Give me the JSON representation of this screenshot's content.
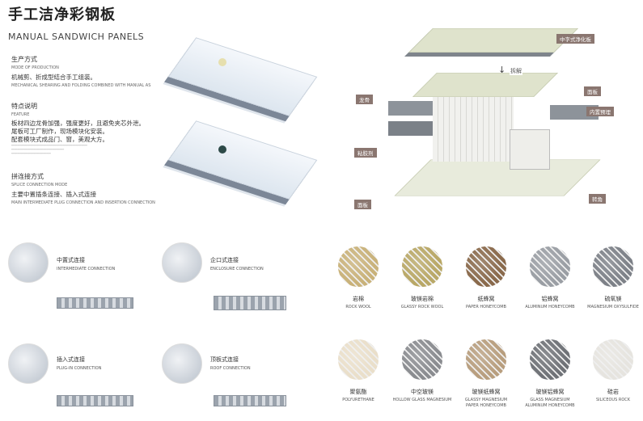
{
  "header": {
    "title": "手工洁净彩钢板",
    "subtitle": "MANUAL SANDWICH PANELS"
  },
  "sections": [
    {
      "cn": "生产方式",
      "en": "MODE OF PRODUCTION",
      "body": "机械剪、折成型结合手工组装。",
      "body_en": "MECHANICAL SHEARING AND FOLDING COMBINED WITH MANUAL AS"
    },
    {
      "cn": "特点说明",
      "en": "FEATURE",
      "body": "板材四边龙骨加强，强度更好，且避免夹芯外泄。\n尾板可工厂制作，现场模块化安装。\n配套模块式成品门、窗，美观大方。"
    },
    {
      "cn": "拼连接方式",
      "en": "SPLICE CONNECTION MODE",
      "body": "主要中置插条连接、插入式连接",
      "body_en": "MAIN INTERMEDIATE PLUG CONNECTION AND INSERTION CONNECTION"
    }
  ],
  "diagram": {
    "top_label": "中字式净化板",
    "arrow_label": "拆解",
    "labels": {
      "panel_top": "面板",
      "keel": "龙骨",
      "embedded": "内置预埋",
      "adhesive": "粘胶剂",
      "panel_bottom": "面板",
      "corner": "转角"
    }
  },
  "connections": [
    {
      "cn": "中置式连接",
      "en": "INTERMEDIATE CONNECTION"
    },
    {
      "cn": "企口式连接",
      "en": "ENCLOSURE CONNECTION"
    },
    {
      "cn": "插入式连接",
      "en": "PLUG-IN CONNECTION"
    },
    {
      "cn": "顶板式连接",
      "en": "ROOF CONNECTION"
    }
  ],
  "materials": [
    {
      "cn": "岩棉",
      "en": "ROCK WOOL",
      "color": "#c9b27a"
    },
    {
      "cn": "玻镁岩棉",
      "en": "GLASSY ROCK WOOL",
      "color": "#b9a867"
    },
    {
      "cn": "纸蜂窝",
      "en": "PAPER HONEYCOMB",
      "color": "#8a6a4c"
    },
    {
      "cn": "铝蜂窝",
      "en": "ALUMINUM HONEYCOMB",
      "color": "#9a9ea4"
    },
    {
      "cn": "硫氧镁",
      "en": "MAGNESIUM OXYSULFIDE",
      "color": "#7d8188"
    },
    {
      "cn": "聚氨酯",
      "en": "POLYURETHANE",
      "color": "#eadfca"
    },
    {
      "cn": "中空玻镁",
      "en": "HOLLOW GLASS MAGNESIUM",
      "color": "#8a8c90"
    },
    {
      "cn": "玻镁纸蜂窝",
      "en": "GLASSY MAGNESIUM\nPAPER HONEYCOMB",
      "color": "#b89e7e"
    },
    {
      "cn": "玻镁铝蜂窝",
      "en": "GLASS MAGNESIUM\nALUMINUM HONEYCOMB",
      "color": "#6f7277"
    },
    {
      "cn": "硅岩",
      "en": "SILICEOUS ROCK",
      "color": "#e6e4df"
    }
  ]
}
